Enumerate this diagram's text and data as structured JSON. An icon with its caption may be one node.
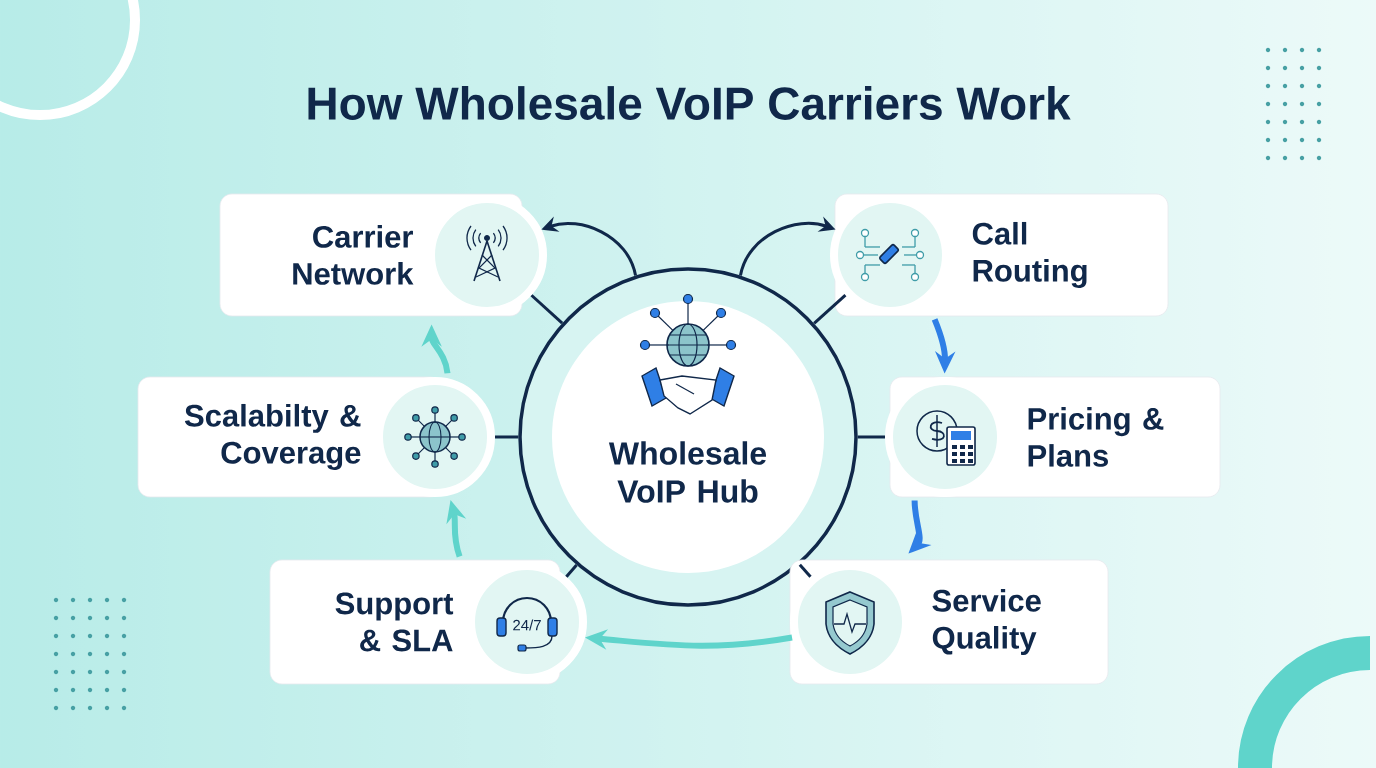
{
  "diagram": {
    "title": "How Wholesale VoIP Carriers Work",
    "nodes": [
      {
        "text": [
          "Wholesale VoIP Hub"
        ]
      },
      {
        "text": [
          "Carrier Network"
        ]
      },
      {
        "text": [
          "Call Routing"
        ]
      },
      {
        "text": [
          "Scalabilty & Coverage"
        ]
      },
      {
        "text": [
          "Pricing & Plans"
        ]
      },
      {
        "text": [
          "Support & SLA"
        ]
      },
      {
        "text": [
          "Service Quality"
        ]
      }
    ],
    "edges": [
      {
        "from": 0,
        "to": 1,
        "arrow": "none"
      },
      {
        "from": 0,
        "to": 2,
        "arrow": "none"
      },
      {
        "from": 0,
        "to": 3,
        "arrow": "none"
      },
      {
        "from": 0,
        "to": 4,
        "arrow": "none"
      },
      {
        "from": 0,
        "to": 5,
        "arrow": "none"
      },
      {
        "from": 0,
        "to": 6,
        "arrow": "none"
      },
      {
        "from": 0,
        "to": 1,
        "arrow": "to"
      },
      {
        "from": 0,
        "to": 2,
        "arrow": "to"
      },
      {
        "from": 2,
        "to": 4,
        "arrow": "to",
        "style": "thick",
        "color": "#2f7fe6"
      },
      {
        "from": 4,
        "to": 6,
        "arrow": "to",
        "style": "thick",
        "color": "#2f7fe6"
      },
      {
        "from": 6,
        "to": 5,
        "arrow": "to",
        "style": "thick",
        "color": "#5fd4cb"
      },
      {
        "from": 5,
        "to": 3,
        "arrow": "to",
        "style": "thick",
        "color": "#5fd4cb"
      },
      {
        "from": 3,
        "to": 1,
        "arrow": "to",
        "style": "thick",
        "color": "#5fd4cb"
      }
    ],
    "labels": [
      "24/7"
    ]
  }
}
